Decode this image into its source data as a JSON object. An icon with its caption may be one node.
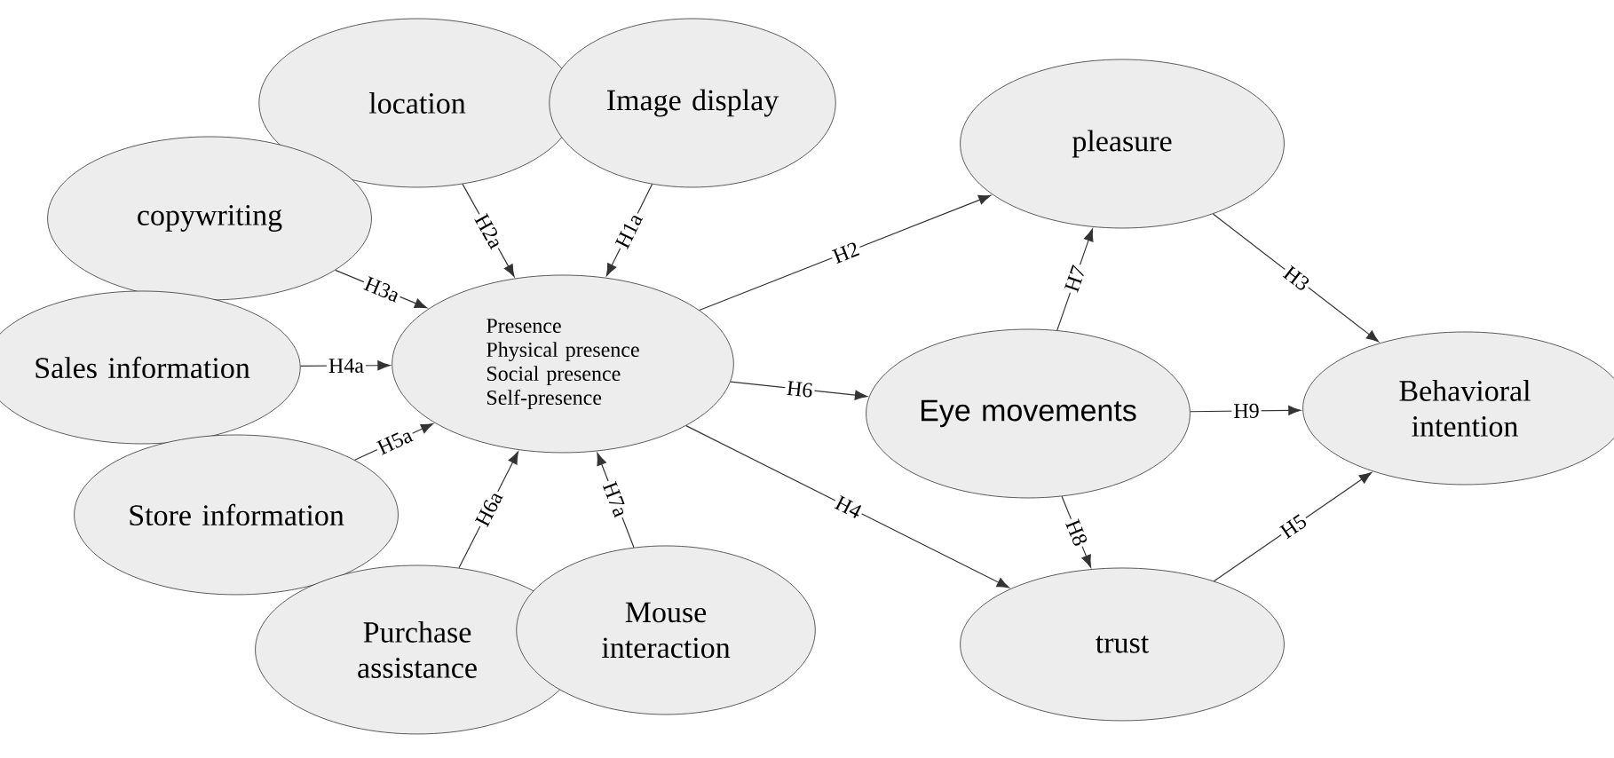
{
  "diagram": {
    "nodes": [
      {
        "text": [
          "location"
        ]
      },
      {
        "text": [
          "Image display"
        ]
      },
      {
        "text": [
          "copywriting"
        ]
      },
      {
        "text": [
          "Sales information"
        ]
      },
      {
        "text": [
          "Presence",
          "Physical presence",
          "Social presence",
          "Self-presence"
        ]
      },
      {
        "text": [
          "Store information"
        ]
      },
      {
        "text": [
          "Purchase assistance"
        ]
      },
      {
        "text": [
          "Mouse interaction"
        ]
      },
      {
        "text": [
          "pleasure"
        ]
      },
      {
        "text": [
          "Eye movements"
        ]
      },
      {
        "text": [
          "trust"
        ]
      },
      {
        "text": [
          "Behavioral intention"
        ]
      }
    ],
    "edges": [
      {
        "from": 2,
        "to": 4,
        "arrow": "to",
        "label": "H3a"
      },
      {
        "from": 0,
        "to": 4,
        "arrow": "to",
        "label": "H2a"
      },
      {
        "from": 1,
        "to": 4,
        "arrow": "to",
        "label": "H1a"
      },
      {
        "from": 3,
        "to": 4,
        "arrow": "to",
        "label": "H4a"
      },
      {
        "from": 5,
        "to": 4,
        "arrow": "to",
        "label": "H5a"
      },
      {
        "from": 6,
        "to": 4,
        "arrow": "to",
        "label": "H6a"
      },
      {
        "from": 7,
        "to": 4,
        "arrow": "to",
        "label": "H7a"
      },
      {
        "from": 4,
        "to": 8,
        "arrow": "to",
        "label": "H2"
      },
      {
        "from": 4,
        "to": 9,
        "arrow": "to",
        "label": "H6"
      },
      {
        "from": 4,
        "to": 10,
        "arrow": "to",
        "label": "H4"
      },
      {
        "from": 8,
        "to": 11,
        "arrow": "to",
        "label": "H3"
      },
      {
        "from": 9,
        "to": 8,
        "arrow": "to",
        "label": "H7"
      },
      {
        "from": 9,
        "to": 11,
        "arrow": "to",
        "label": "H9"
      },
      {
        "from": 9,
        "to": 10,
        "arrow": "to",
        "label": "H8"
      },
      {
        "from": 10,
        "to": 11,
        "arrow": "to",
        "label": "H5"
      }
    ]
  }
}
